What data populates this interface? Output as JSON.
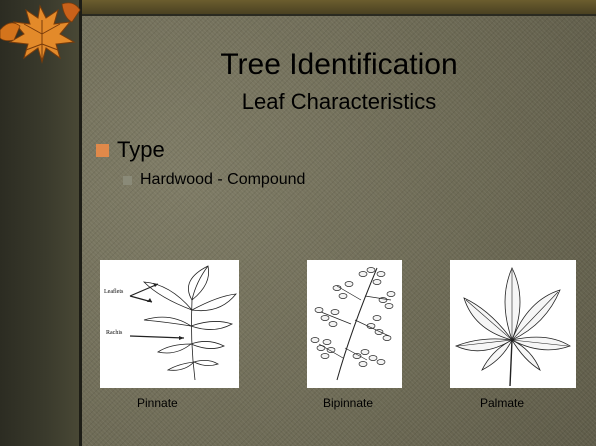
{
  "slide": {
    "title": "Tree Identification",
    "subtitle": "Leaf Characteristics",
    "bullet1": "Type",
    "bullet2": "Hardwood - Compound"
  },
  "images": [
    {
      "caption": "Pinnate",
      "labels": [
        "Leaflets",
        "Rachis"
      ]
    },
    {
      "caption": "Bipinnate"
    },
    {
      "caption": "Palmate"
    }
  ],
  "colors": {
    "bullet_marker": "#e0894a",
    "sub_marker": "#8a8a78",
    "background": "#6d6a55"
  },
  "icons": {
    "logo": "autumn-leaf-icon"
  }
}
